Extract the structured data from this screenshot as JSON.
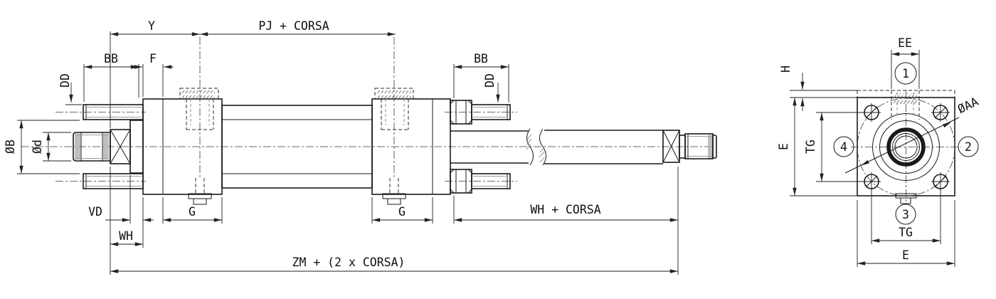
{
  "drawing": {
    "title": "tie-rod cylinder dimensional drawing",
    "bg": "#ffffff",
    "ink": "#1a1a1a",
    "side": {
      "y": "Y",
      "pj_corsa": "PJ + CORSA",
      "bb_front": "BB",
      "f": "F",
      "dd_front": "DD",
      "bb_rear": "BB",
      "dd_rear": "DD",
      "dia_b": "ØB",
      "dia_d": "Ød",
      "vd": "VD",
      "wh": "WH",
      "g_front": "G",
      "g_rear": "G",
      "wh_corsa": "WH + CORSA",
      "zm_corsa": "ZM + (2 x CORSA)"
    },
    "end": {
      "ee": "EE",
      "h": "H",
      "e_left": "E",
      "tg_left": "TG",
      "tg_bottom": "TG",
      "e_bottom": "E",
      "dia_aa": "ØAA",
      "callouts": [
        "1",
        "2",
        "3",
        "4"
      ]
    }
  }
}
